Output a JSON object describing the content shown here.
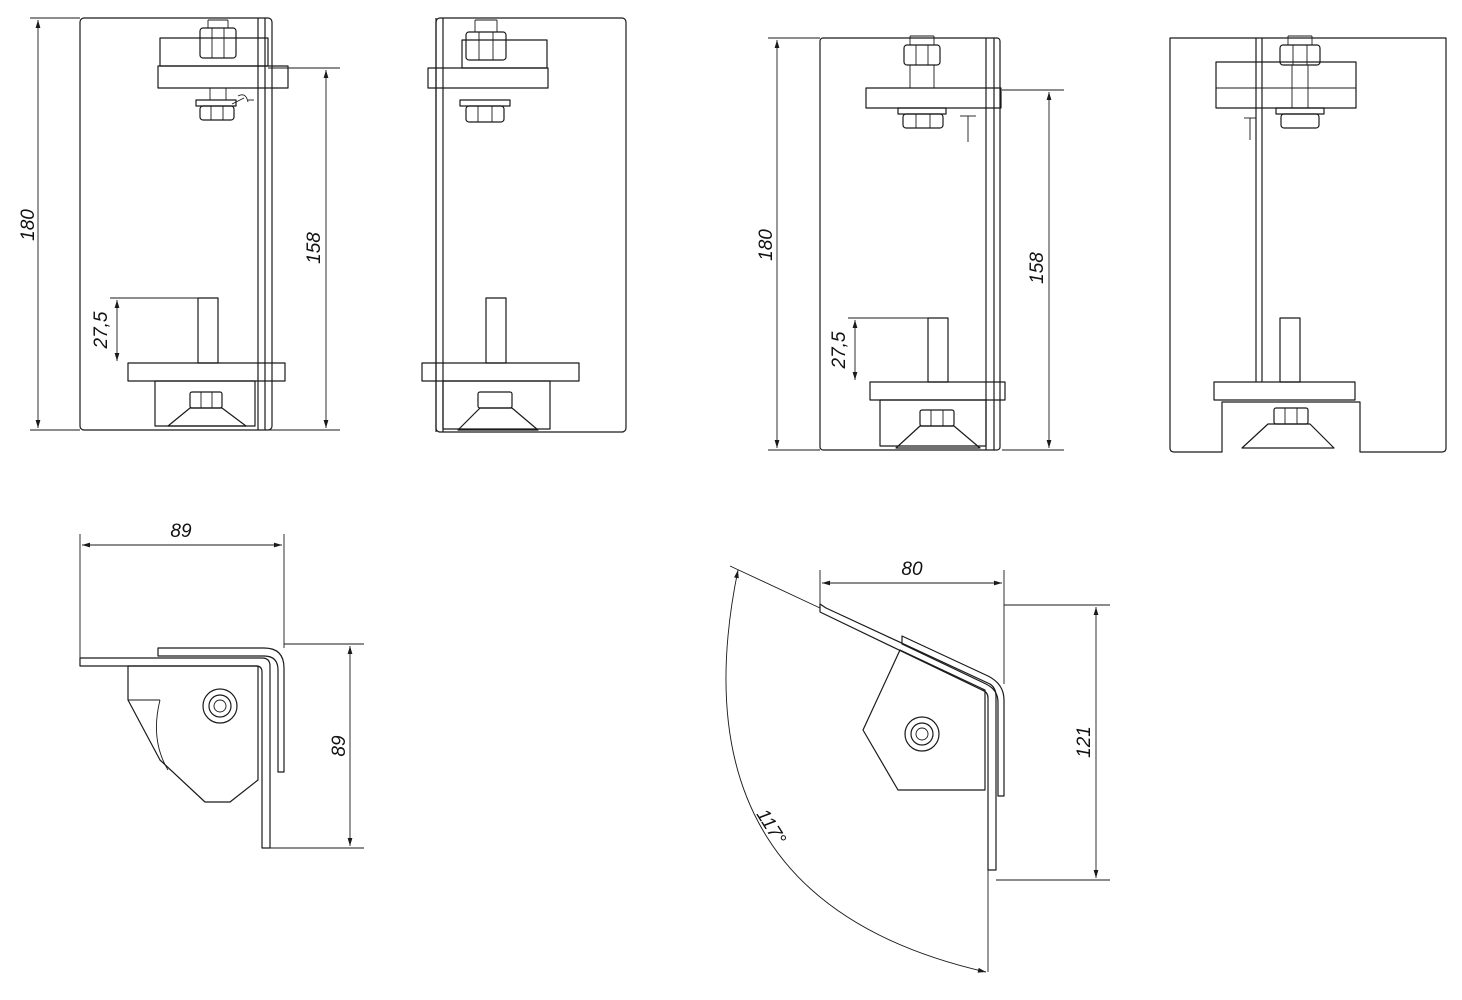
{
  "dimensions": {
    "view1_height": "180",
    "view1_height_inner": "158",
    "view1_stud": "27,5",
    "view3_height": "180",
    "view3_height_inner": "158",
    "view3_stud": "27,5",
    "view5_width": "89",
    "view5_depth": "89",
    "view6_width": "80",
    "view6_depth": "121",
    "view6_angle": "117°"
  },
  "colors": {
    "line": "#1a1a1a",
    "background": "#ffffff"
  }
}
